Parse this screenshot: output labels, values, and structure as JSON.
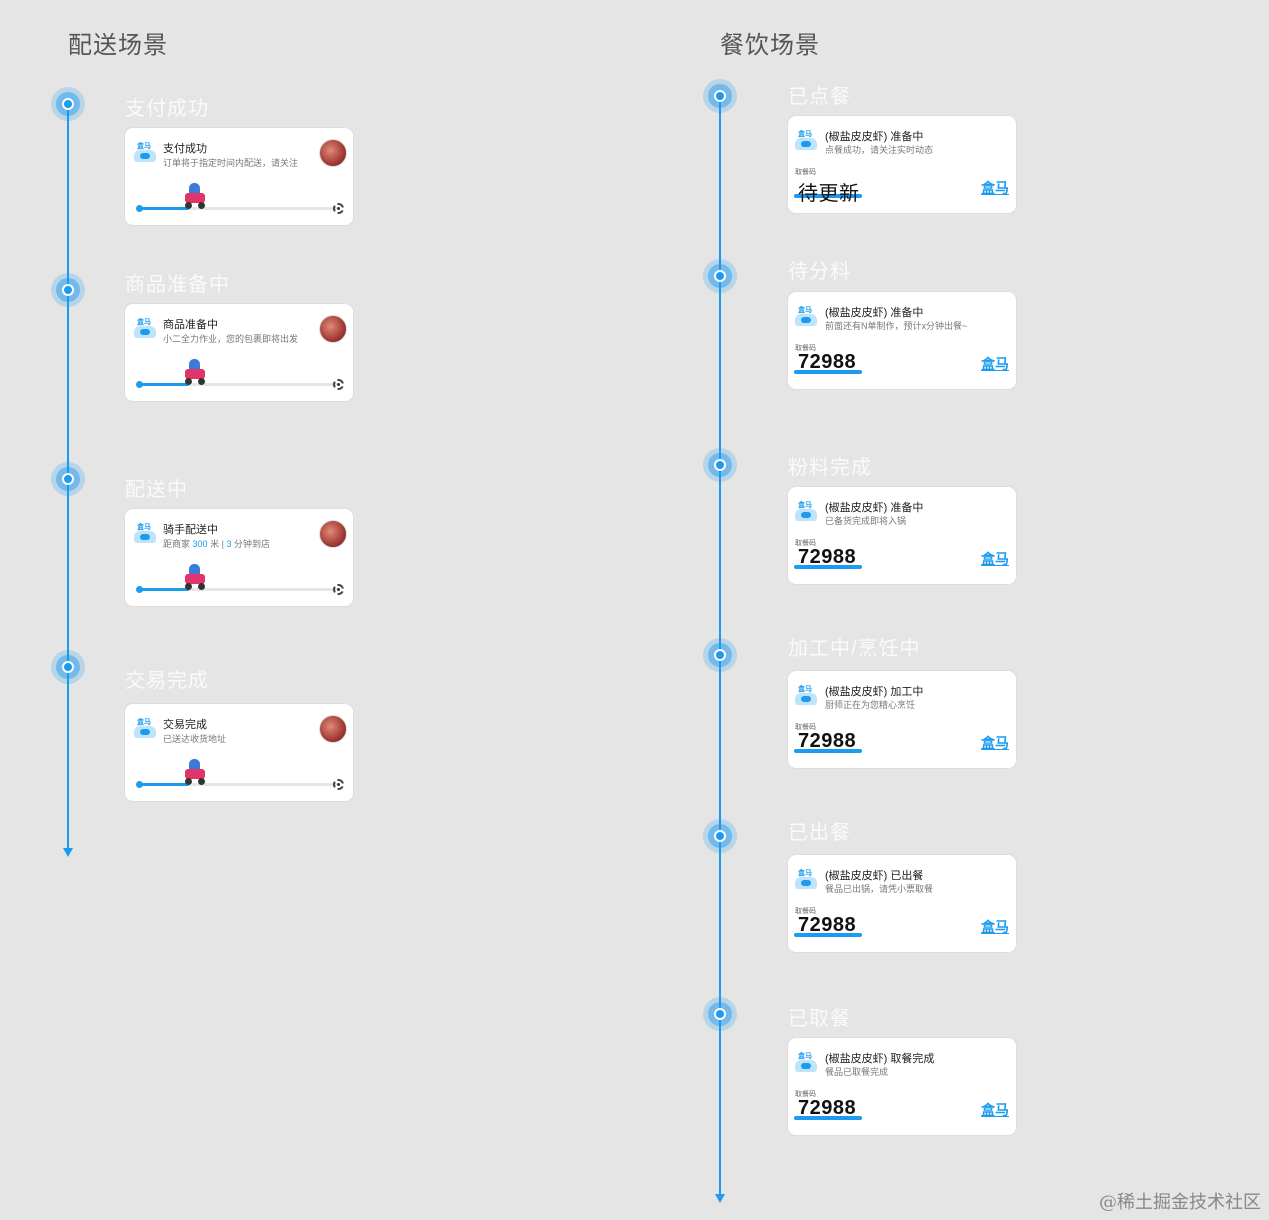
{
  "delivery": {
    "title": "配送场景",
    "steps": [
      {
        "label": "支付成功",
        "card_title": "支付成功",
        "card_sub": "订单将于指定时间内配送，请关注",
        "progress": 0.25
      },
      {
        "label": "商品准备中",
        "card_title": "商品准备中",
        "card_sub": "小二全力作业，您的包裹即将出发",
        "progress": 0.25
      },
      {
        "label": "配送中",
        "card_title": "骑手配送中",
        "card_sub_prefix": "距商家",
        "card_sub_distance": "300",
        "card_sub_unit": "米",
        "card_sub_sep": "|",
        "card_sub_minutes": "3",
        "card_sub_suffix": "分钟到店",
        "progress": 0.25
      },
      {
        "label": "交易完成",
        "card_title": "交易完成",
        "card_sub": "已送达收货地址",
        "progress": 0.25
      }
    ]
  },
  "dining": {
    "title": "餐饮场景",
    "pickup_label": "取餐码",
    "brand": "盒马",
    "steps": [
      {
        "label": "已点餐",
        "card_title": "(椒盐皮皮虾) 准备中",
        "card_sub": "点餐成功，请关注实时动态",
        "code": "待更新"
      },
      {
        "label": "待分料",
        "card_title": "(椒盐皮皮虾) 准备中",
        "card_sub": "前面还有N单制作，预计x分钟出餐~",
        "code": "72988"
      },
      {
        "label": "粉料完成",
        "card_title": "(椒盐皮皮虾) 准备中",
        "card_sub": "已备货完成即将入锅",
        "code": "72988"
      },
      {
        "label": "加工中/烹饪中",
        "card_title": "(椒盐皮皮虾) 加工中",
        "card_sub": "厨师正在为您精心烹饪",
        "code": "72988"
      },
      {
        "label": "已出餐",
        "card_title": "(椒盐皮皮虾) 已出餐",
        "card_sub": "餐品已出锅，请凭小票取餐",
        "code": "72988"
      },
      {
        "label": "已取餐",
        "card_title": "(椒盐皮皮虾) 取餐完成",
        "card_sub": "餐品已取餐完成",
        "code": "72988"
      }
    ]
  },
  "logo_text": "盒马",
  "watermark": "@稀土掘金技术社区",
  "colors": {
    "accent": "#1a9bf0",
    "background": "#e5e5e5"
  }
}
